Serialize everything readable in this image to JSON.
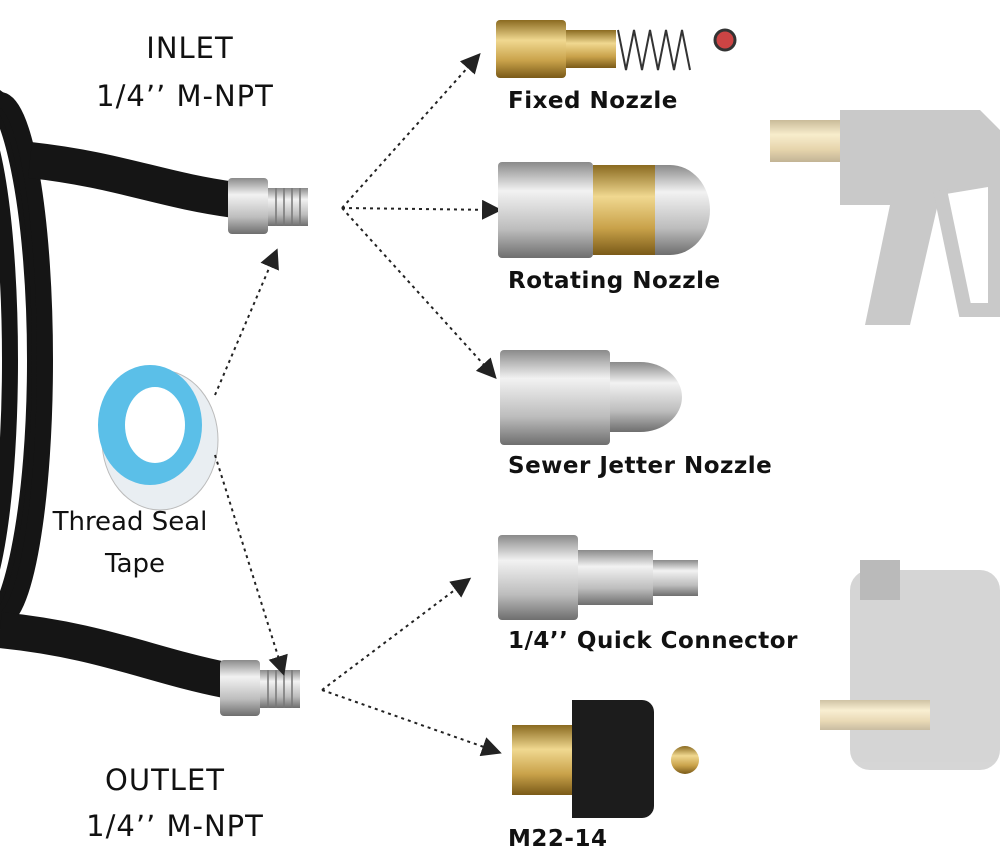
{
  "labels": {
    "inlet_title": "INLET",
    "inlet_spec": "1/4’’ M-NPT",
    "outlet_title": "OUTLET",
    "outlet_spec": "1/4’’ M-NPT",
    "tape_line1": "Thread Seal",
    "tape_line2": "Tape",
    "fixed_nozzle": "Fixed Nozzle",
    "rotating_nozzle": "Rotating Nozzle",
    "sewer_nozzle": "Sewer Jetter Nozzle",
    "quick_connector": "1/4’’ Quick Connector",
    "m22": "M22-14"
  },
  "colors": {
    "hose": "#151515",
    "steel": "#c9c9c9",
    "brass": "#c9a24a",
    "tape": "#5bbfe8",
    "arrow": "#222222",
    "faded": "#bdbdbd"
  }
}
